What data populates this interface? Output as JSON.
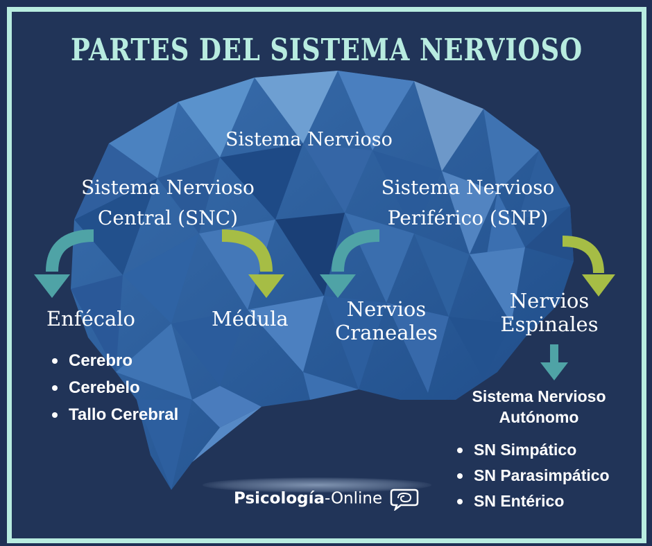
{
  "title": "PARTES  DEL SISTEMA NERVIOSO",
  "root": "Sistema Nervioso",
  "snc": {
    "line1": "Sistema Nervioso",
    "line2": "Central (SNC)",
    "left_child": "Enfécalo",
    "right_child": "Médula",
    "items": [
      "Cerebro",
      "Cerebelo",
      "Tallo Cerebral"
    ]
  },
  "snp": {
    "line1": "Sistema Nervioso",
    "line2": "Periférico (SNP)",
    "left_child_line1": "Nervios",
    "left_child_line2": "Craneales",
    "right_child_line1": "Nervios",
    "right_child_line2": "Espinales",
    "autonomo_line1": "Sistema Nervioso",
    "autonomo_line2": "Autónomo",
    "items": [
      "SN Simpático",
      "SN Parasimpático",
      "SN Entérico"
    ]
  },
  "logo": {
    "bold": "Psicología",
    "rest": "-Online"
  },
  "colors": {
    "background": "#213458",
    "frame": "#b8ece0",
    "title": "#b8ece0",
    "arrow_teal": "#4fa3a6",
    "arrow_green": "#a6bd45"
  }
}
